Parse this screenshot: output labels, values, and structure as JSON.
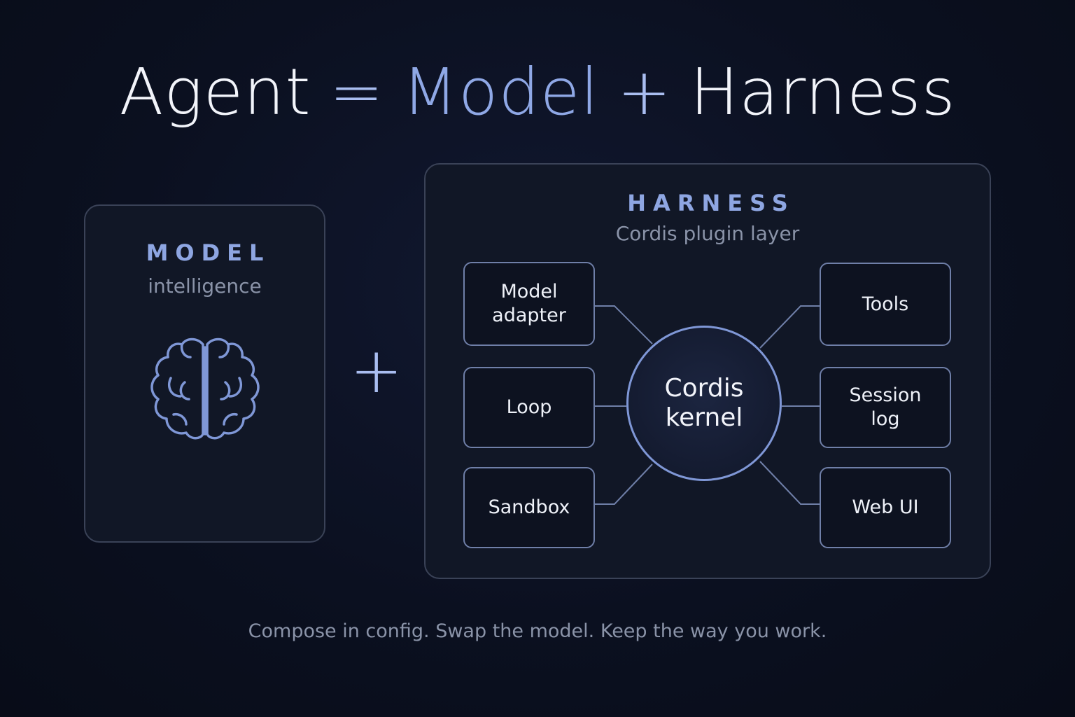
{
  "title": {
    "agent": "Agent",
    "equals": "=",
    "model": "Model",
    "plus": "+",
    "harness": "Harness"
  },
  "model_card": {
    "label": "MODEL",
    "subtitle": "intelligence",
    "icon": "brain-icon"
  },
  "plus_symbol": "+",
  "harness_card": {
    "label": "HARNESS",
    "subtitle": "Cordis plugin layer",
    "kernel": {
      "line1": "Cordis",
      "line2": "kernel"
    },
    "left_nodes": [
      {
        "line1": "Model",
        "line2": "adapter"
      },
      {
        "line1": "Loop"
      },
      {
        "line1": "Sandbox"
      }
    ],
    "right_nodes": [
      {
        "line1": "Tools"
      },
      {
        "line1": "Session",
        "line2": "log"
      },
      {
        "line1": "Web UI"
      }
    ]
  },
  "tagline": "Compose in config. Swap the model. Keep the way you work.",
  "colors": {
    "background": "#0b1020",
    "accent": "#8fa8e6",
    "card_border": "#3a4257",
    "node_border": "#6f7fa8",
    "kernel_border": "#7f97d6"
  }
}
